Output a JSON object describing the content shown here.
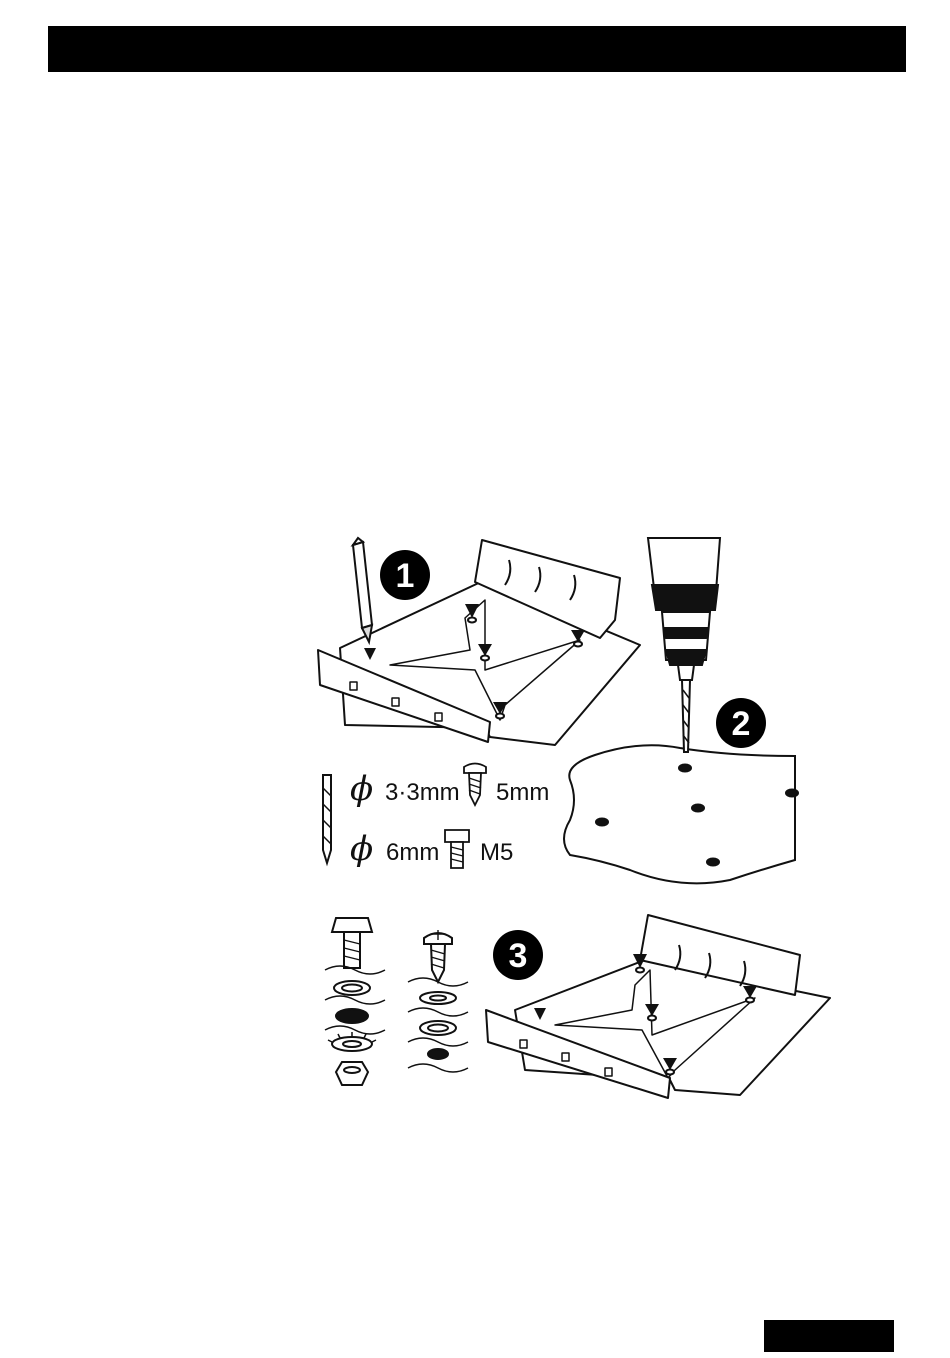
{
  "steps": [
    {
      "number": "1"
    },
    {
      "number": "2"
    },
    {
      "number": "3"
    }
  ],
  "specs": {
    "diameter_symbol": "ϕ",
    "row1": {
      "drill": "3·3mm",
      "screw": "5mm"
    },
    "row2": {
      "drill": "6mm",
      "screw": "M5"
    }
  }
}
